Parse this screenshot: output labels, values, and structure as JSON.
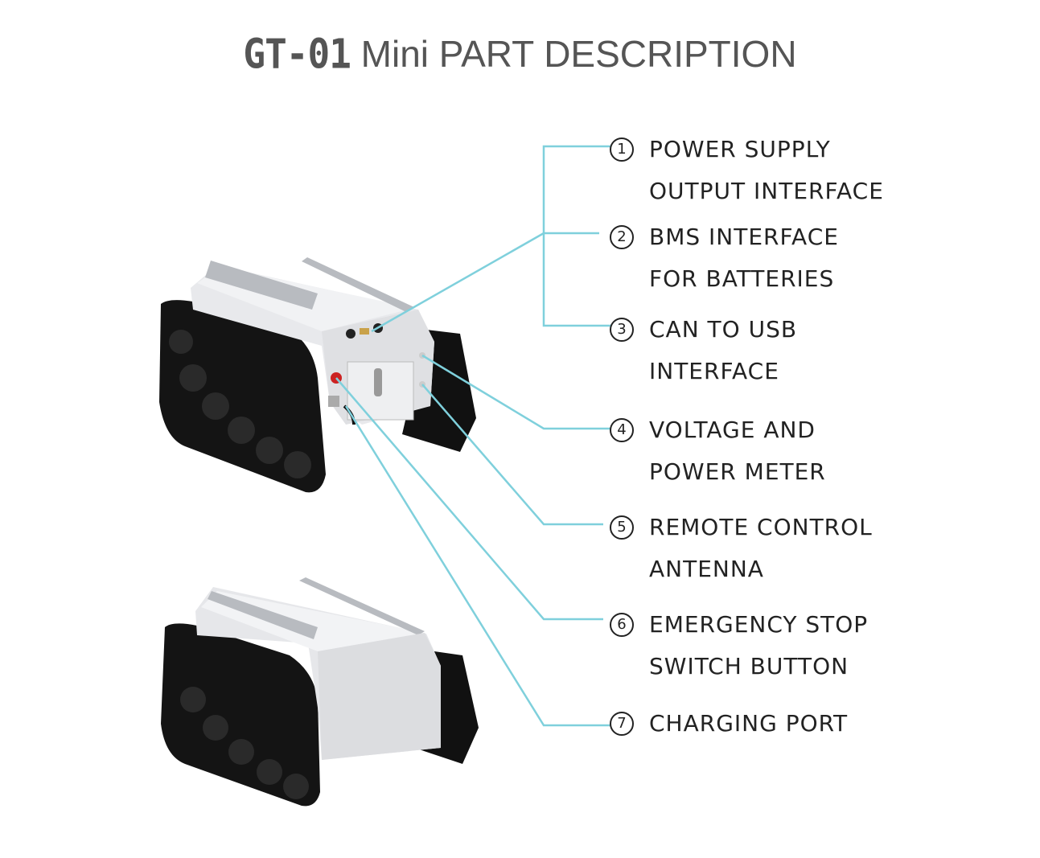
{
  "title": {
    "model": "GT-01",
    "rest": " Mini PART DESCRIPTION"
  },
  "colors": {
    "leader_line": "#7fd0dc",
    "text": "#222222",
    "title": "#555555"
  },
  "parts": [
    {
      "num": "1",
      "lines": [
        "POWER SUPPLY",
        "OUTPUT INTERFACE"
      ]
    },
    {
      "num": "2",
      "lines": [
        "BMS INTERFACE",
        "FOR BATTERIES"
      ]
    },
    {
      "num": "3",
      "lines": [
        "CAN TO USB",
        "INTERFACE"
      ]
    },
    {
      "num": "4",
      "lines": [
        "VOLTAGE AND",
        "POWER METER"
      ]
    },
    {
      "num": "5",
      "lines": [
        "REMOTE CONTROL",
        "ANTENNA"
      ]
    },
    {
      "num": "6",
      "lines": [
        "EMERGENCY STOP",
        "SWITCH BUTTON"
      ]
    },
    {
      "num": "7",
      "lines": [
        "CHARGING PORT"
      ]
    }
  ]
}
